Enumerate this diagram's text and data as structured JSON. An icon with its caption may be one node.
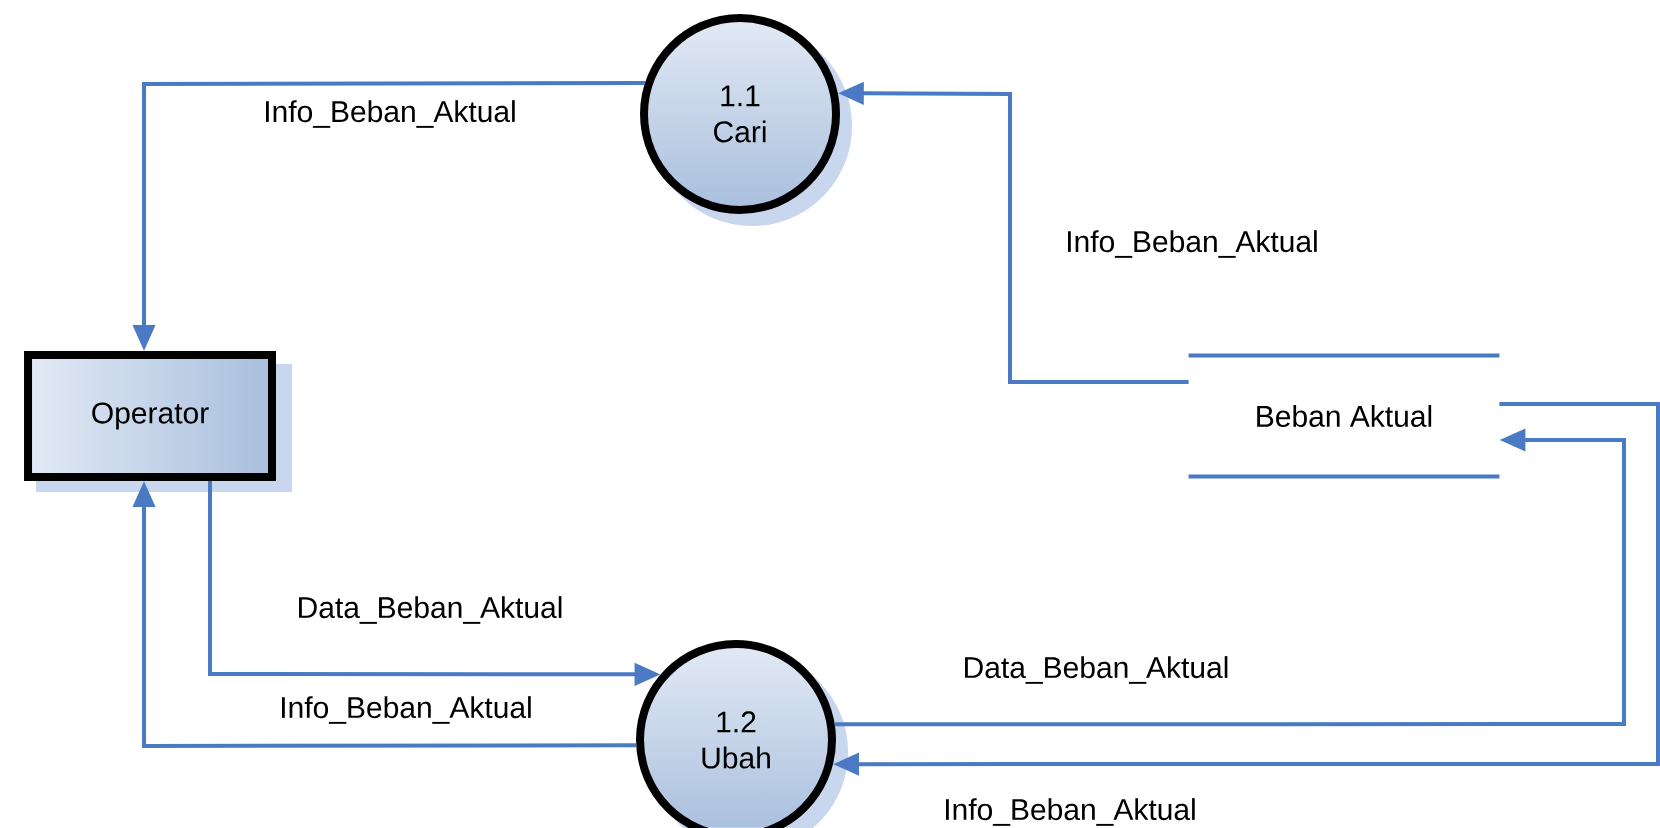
{
  "diagram": {
    "nodes": [
      {
        "text": [
          "1.1",
          "Cari"
        ]
      },
      {
        "text": [
          "Operator"
        ]
      },
      {
        "text": [
          "Beban Aktual"
        ]
      },
      {
        "text": [
          "1.2",
          "Ubah"
        ]
      }
    ],
    "edges": [
      {
        "from": 0,
        "to": 1,
        "arrow": "to",
        "label": "Info_Beban_Aktual"
      },
      {
        "from": 2,
        "to": 0,
        "arrow": "to",
        "label": "Info_Beban_Aktual"
      },
      {
        "from": 1,
        "to": 3,
        "arrow": "to",
        "label": "Data_Beban_Aktual"
      },
      {
        "from": 3,
        "to": 1,
        "arrow": "to",
        "label": "Info_Beban_Aktual"
      },
      {
        "from": 3,
        "to": 2,
        "arrow": "to",
        "label": "Data_Beban_Aktual"
      },
      {
        "from": 2,
        "to": 3,
        "arrow": "to",
        "label": "Info_Beban_Aktual"
      }
    ]
  }
}
